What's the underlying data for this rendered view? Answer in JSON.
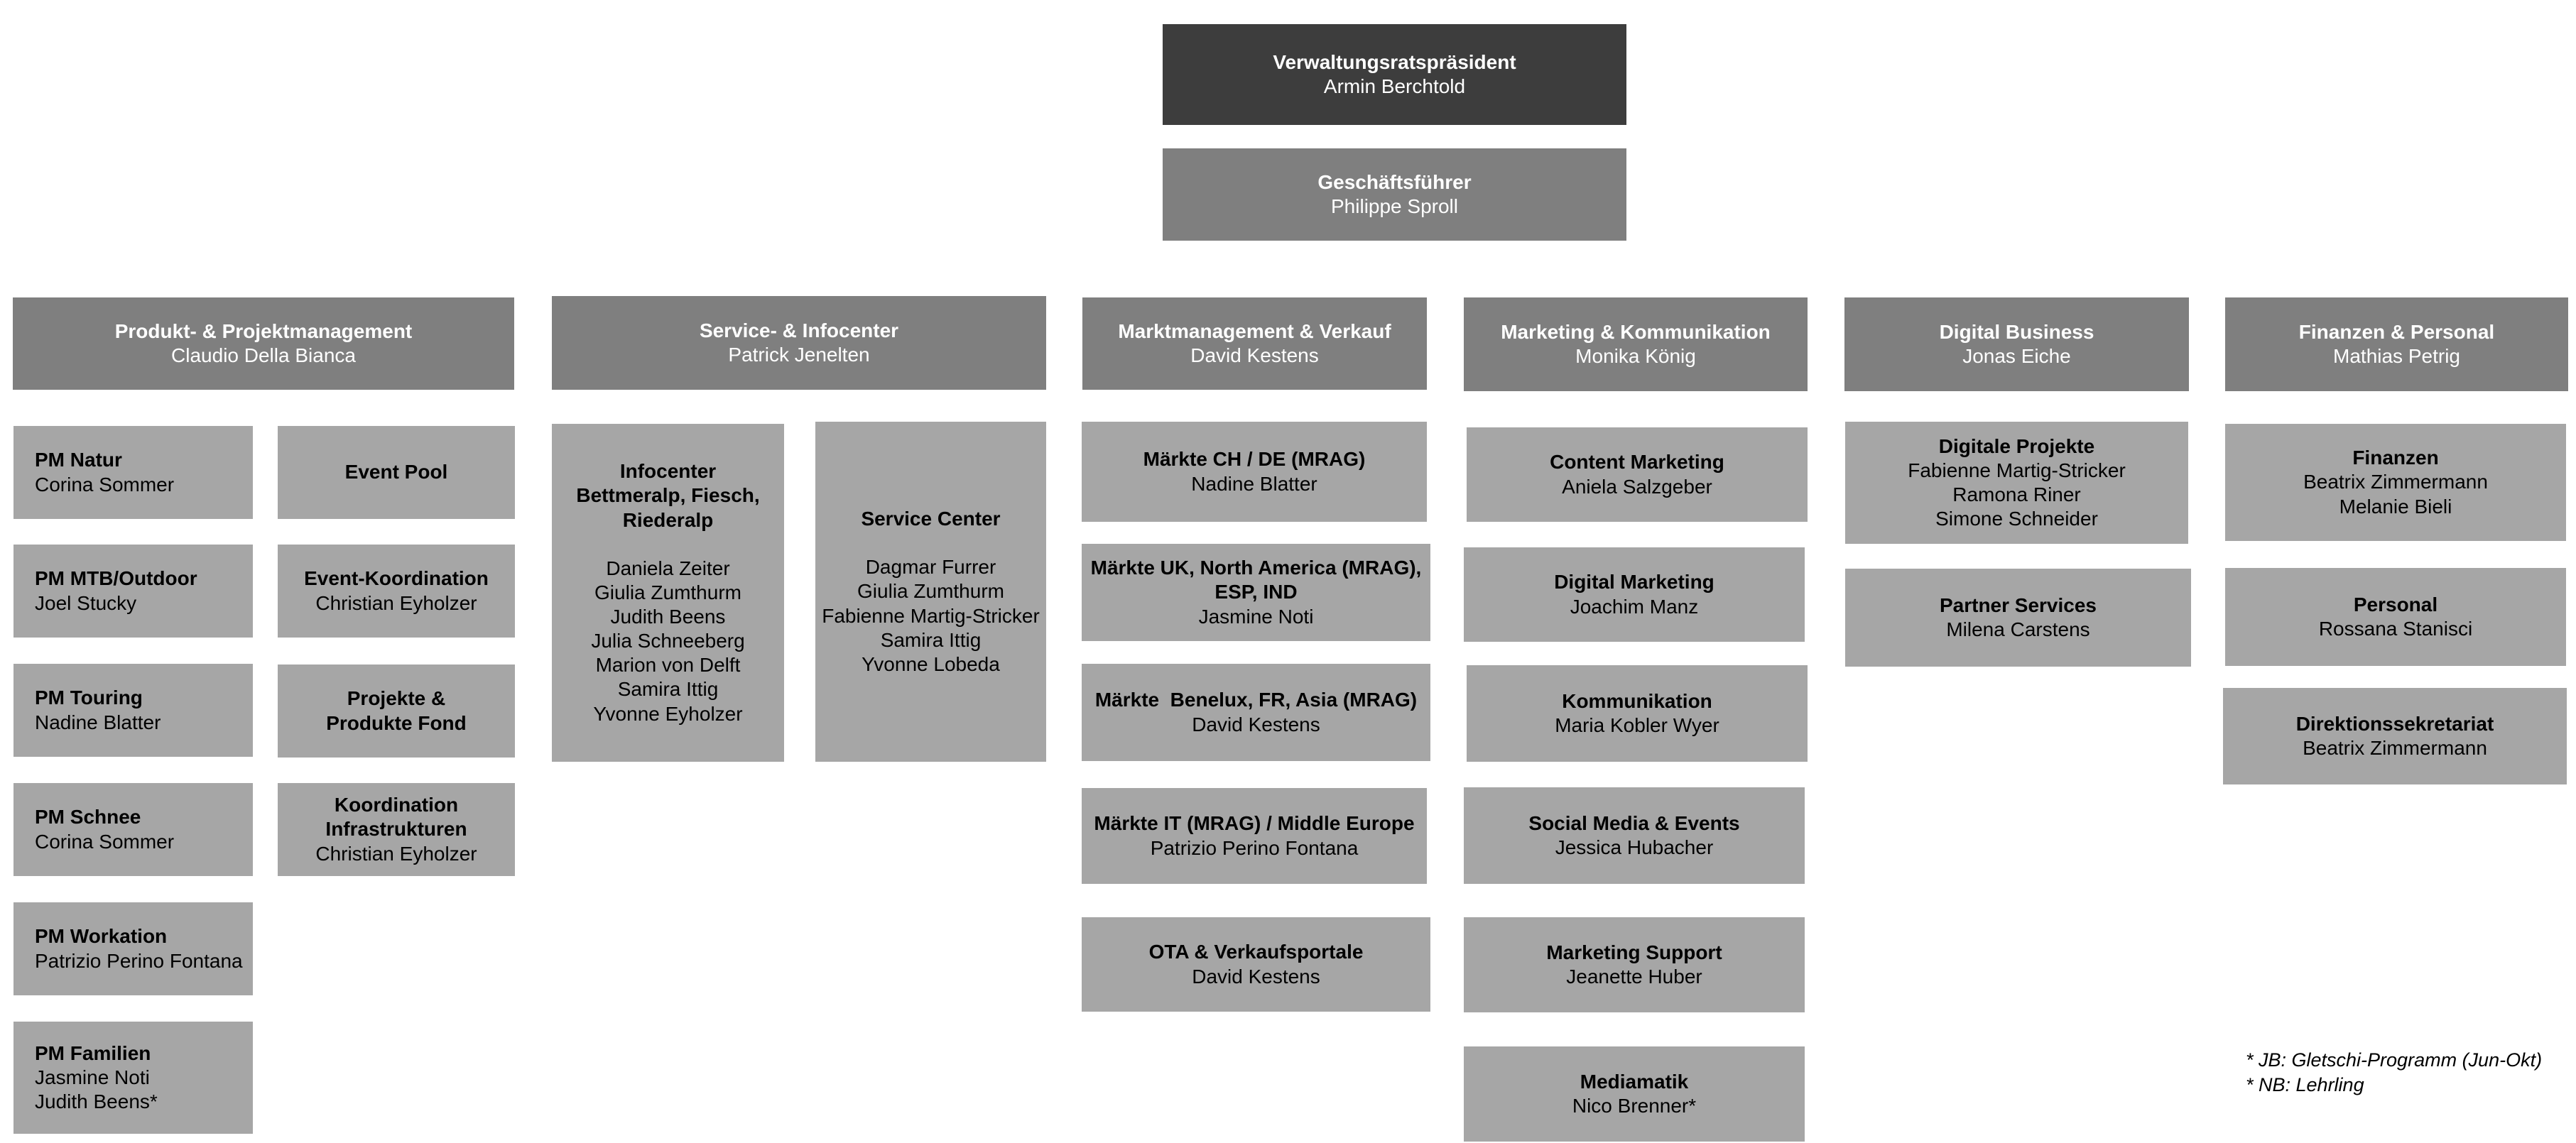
{
  "top": {
    "president": {
      "title": "Verwaltungsratspräsident",
      "name": "Armin Berchtold"
    },
    "ceo": {
      "title": "Geschäftsführer",
      "name": "Philippe Sproll"
    }
  },
  "departments": [
    {
      "title": "Produkt- & Projektmanagement",
      "head": "Claudio Della Bianca"
    },
    {
      "title": "Service- & Infocenter",
      "head": "Patrick Jenelten"
    },
    {
      "title": "Marktmanagement & Verkauf",
      "head": "David Kestens"
    },
    {
      "title": "Marketing & Kommunikation",
      "head": "Monika König"
    },
    {
      "title": "Digital Business",
      "head": "Jonas Eiche"
    },
    {
      "title": "Finanzen & Personal",
      "head": "Mathias Petrig"
    }
  ],
  "pm": [
    {
      "title": "PM Natur",
      "names": [
        "Corina Sommer"
      ]
    },
    {
      "title": "PM MTB/Outdoor",
      "names": [
        "Joel Stucky"
      ]
    },
    {
      "title": "PM Touring",
      "names": [
        "Nadine Blatter"
      ]
    },
    {
      "title": "PM Schnee",
      "names": [
        "Corina Sommer"
      ]
    },
    {
      "title": "PM Workation",
      "names": [
        "Patrizio Perino Fontana"
      ]
    },
    {
      "title": "PM Familien",
      "names": [
        "Jasmine Noti",
        "Judith Beens*"
      ]
    }
  ],
  "events": [
    {
      "title": "Event Pool",
      "names": []
    },
    {
      "title": "Event-Koordination",
      "names": [
        "Christian Eyholzer"
      ]
    },
    {
      "title_lines": [
        "Projekte &",
        "Produkte Fond"
      ],
      "names": []
    },
    {
      "title_lines": [
        "Koordination",
        "Infrastrukturen"
      ],
      "names": [
        "Christian Eyholzer"
      ]
    }
  ],
  "service": [
    {
      "title_lines": [
        "Infocenter",
        "Bettmeralp, Fiesch,",
        "Riederalp"
      ],
      "names": [
        "Daniela Zeiter",
        "Giulia Zumthurm",
        "Judith Beens",
        "Julia Schneeberg",
        "Marion von Delft",
        "Samira Ittig",
        "Yvonne Eyholzer"
      ]
    },
    {
      "title_lines": [
        "Service Center"
      ],
      "names": [
        "Dagmar Furrer",
        "Giulia Zumthurm",
        "Fabienne Martig-Stricker",
        "Samira Ittig",
        "Yvonne Lobeda"
      ]
    }
  ],
  "markets": [
    {
      "title_lines": [
        "Märkte CH / DE (MRAG)"
      ],
      "names": [
        "Nadine Blatter"
      ]
    },
    {
      "title_lines": [
        "Märkte UK, North America (MRAG),",
        "ESP, IND"
      ],
      "names": [
        "Jasmine Noti"
      ]
    },
    {
      "title_lines": [
        "Märkte  Benelux, FR, Asia (MRAG)"
      ],
      "names": [
        "David Kestens"
      ]
    },
    {
      "title_lines": [
        "Märkte IT (MRAG) / Middle Europe"
      ],
      "names": [
        "Patrizio Perino Fontana"
      ]
    },
    {
      "title_lines": [
        "OTA & Verkaufsportale"
      ],
      "names": [
        "David Kestens"
      ]
    }
  ],
  "marketing": [
    {
      "title": "Content Marketing",
      "names": [
        "Aniela Salzgeber"
      ]
    },
    {
      "title": "Digital Marketing",
      "names": [
        "Joachim Manz"
      ]
    },
    {
      "title": "Kommunikation",
      "names": [
        "Maria Kobler Wyer"
      ]
    },
    {
      "title": "Social Media & Events",
      "names": [
        "Jessica Hubacher"
      ]
    },
    {
      "title": "Marketing Support",
      "names": [
        "Jeanette Huber"
      ]
    },
    {
      "title": "Mediamatik",
      "names": [
        "Nico Brenner*"
      ]
    }
  ],
  "digital": [
    {
      "title": "Digitale Projekte",
      "names": [
        "Fabienne Martig-Stricker",
        "Ramona Riner",
        "Simone Schneider"
      ]
    },
    {
      "title": "Partner Services",
      "names": [
        "Milena Carstens"
      ]
    }
  ],
  "finance": [
    {
      "title": "Finanzen",
      "names": [
        "Beatrix Zimmermann",
        "Melanie Bieli"
      ]
    },
    {
      "title": "Personal",
      "names": [
        "Rossana Stanisci"
      ]
    },
    {
      "title": "Direktionssekretariat",
      "names": [
        "Beatrix Zimmermann"
      ]
    }
  ],
  "footnotes": [
    "* JB: Gletschi-Programm (Jun-Okt)",
    "* NB: Lehrling"
  ]
}
